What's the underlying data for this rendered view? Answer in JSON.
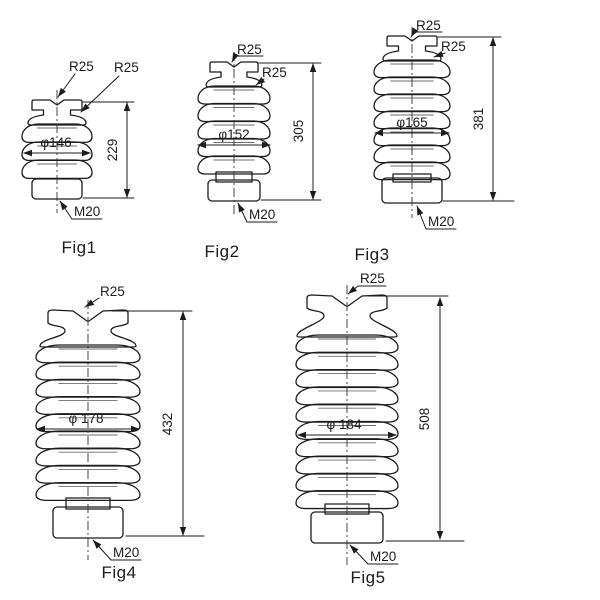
{
  "colors": {
    "ink": "#1c1c1c",
    "background": "#ffffff",
    "shading": "#6e6e6e"
  },
  "figures": [
    {
      "caption": "Fig1",
      "sheds": 3,
      "labels": {
        "radius_top": "R25",
        "radius_side": "R25",
        "diameter": "φ146",
        "height": "229",
        "thread": "M20"
      }
    },
    {
      "caption": "Fig2",
      "sheds": 5,
      "labels": {
        "radius_top": "R25",
        "radius_side": "R25",
        "diameter": "φ152",
        "height": "305",
        "thread": "M20"
      }
    },
    {
      "caption": "Fig3",
      "sheds": 7,
      "labels": {
        "radius_top": "R25",
        "radius_side": "R25",
        "diameter": "φ165",
        "height": "381",
        "thread": "M20"
      }
    },
    {
      "caption": "Fig4",
      "sheds": 9,
      "labels": {
        "radius_top": "R25",
        "diameter": "φ 178",
        "height": "432",
        "thread": "M20"
      }
    },
    {
      "caption": "Fig5",
      "sheds": 10,
      "labels": {
        "radius_top": "R25",
        "diameter": "φ 184",
        "height": "508",
        "thread": "M20"
      }
    }
  ]
}
